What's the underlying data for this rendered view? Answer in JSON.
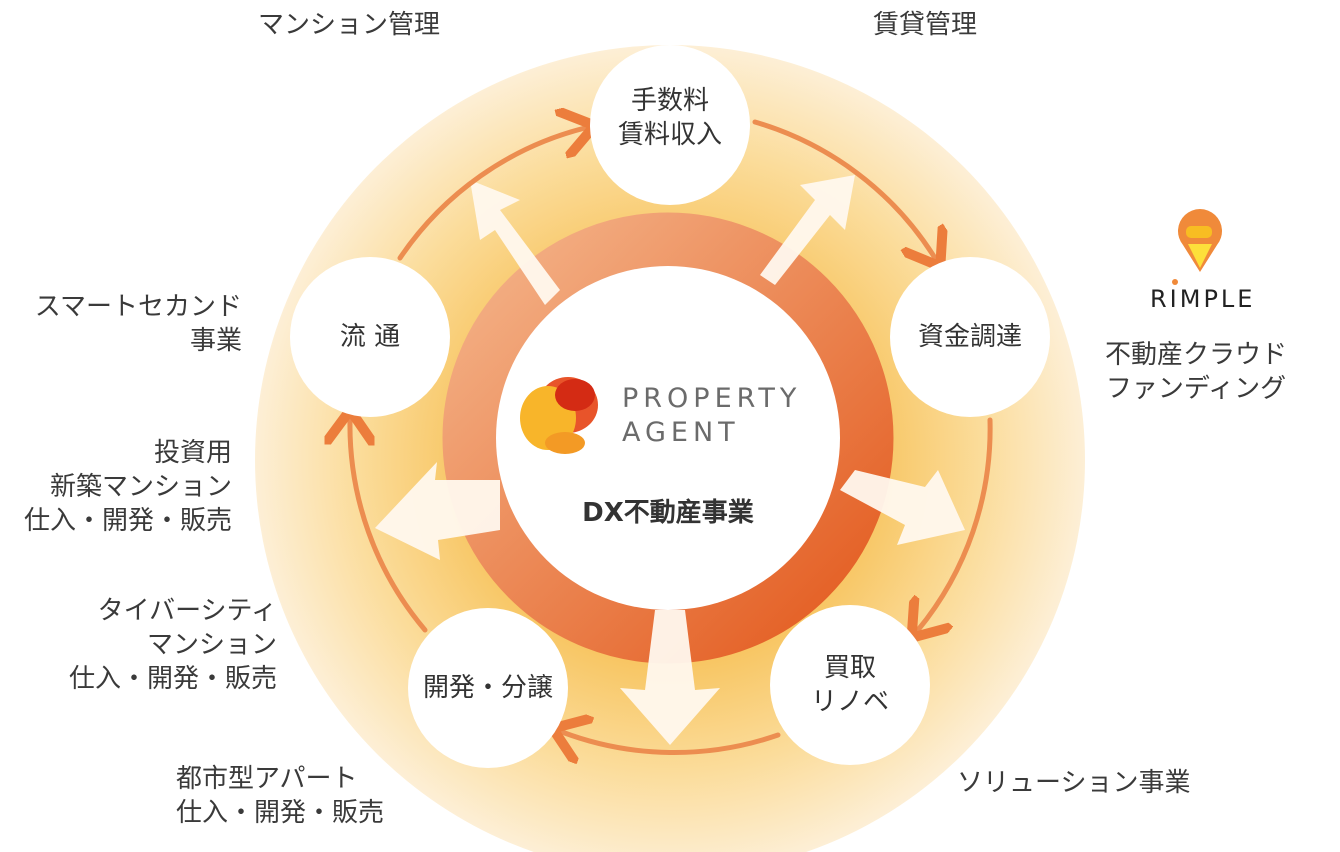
{
  "center": {
    "brand_line1": "PROPERTY",
    "brand_line2": "AGENT",
    "title": "DX不動産事業"
  },
  "nodes": {
    "top": [
      "手数料",
      "賃料収入"
    ],
    "right": [
      "資金調達"
    ],
    "bottom_right": [
      "買取",
      "リノベ"
    ],
    "bottom_left": [
      "開発・分譲"
    ],
    "left": [
      "流 通"
    ]
  },
  "labels": {
    "mansion_mgmt": "マンション管理",
    "rental_mgmt": "賃貸管理",
    "smart_second": [
      "スマートセカンド",
      "事業"
    ],
    "investment": [
      "投資用",
      "新築マンション",
      "仕入・開発・販売"
    ],
    "tower": [
      "タイバーシティ",
      "マンション",
      "仕入・開発・販売"
    ],
    "apartment": [
      "都市型アパート",
      "仕入・開発・販売"
    ],
    "solution": "ソリューション事業",
    "crowdfunding": [
      "不動産クラウド",
      "ファンディング"
    ]
  },
  "rimple": {
    "name": "RIMPLE"
  },
  "colors": {
    "ring_orange": "#e8642a",
    "outer_cream": "#fdeccc",
    "arrow": "#ec8d50",
    "accent_yellow": "#f5b42a"
  }
}
